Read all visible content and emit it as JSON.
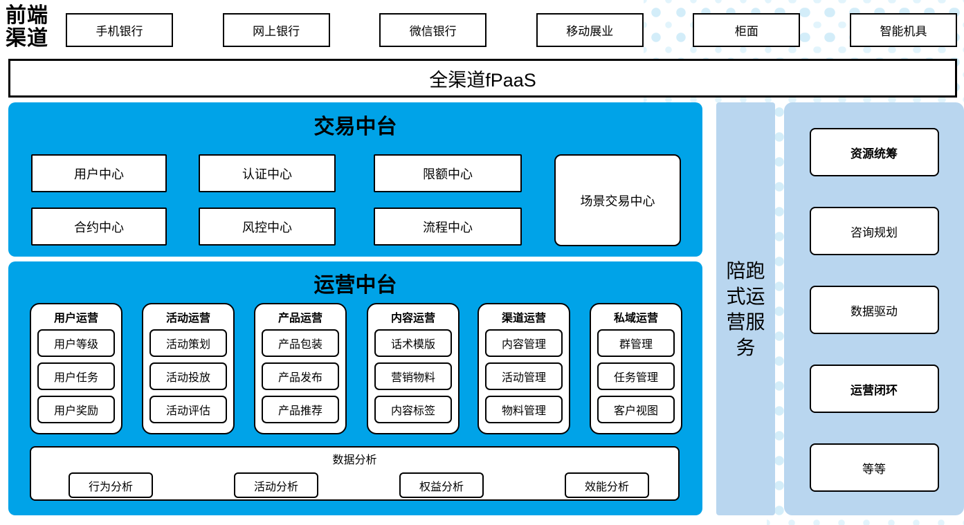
{
  "colors": {
    "platform_blue": "#00a3e8",
    "side_light_blue": "#b9d6ef",
    "dot_blue": "#d3edf9",
    "box_border": "#000000",
    "box_fill": "#ffffff"
  },
  "front_channels": {
    "label": "前端渠道",
    "items": [
      "手机银行",
      "网上银行",
      "微信银行",
      "移动展业",
      "柜面",
      "智能机具"
    ]
  },
  "fpaas_bar": {
    "label": "全渠道fPaaS"
  },
  "transaction_platform": {
    "title": "交易中台",
    "row1": [
      "用户中心",
      "认证中心",
      "限额中心"
    ],
    "row2": [
      "合约中心",
      "风控中心",
      "流程中心"
    ],
    "scene_center": "场景交易中心"
  },
  "operation_platform": {
    "title": "运营中台",
    "columns": [
      {
        "title": "用户运营",
        "items": [
          "用户等级",
          "用户任务",
          "用户奖励"
        ]
      },
      {
        "title": "活动运营",
        "items": [
          "活动策划",
          "活动投放",
          "活动评估"
        ]
      },
      {
        "title": "产品运营",
        "items": [
          "产品包装",
          "产品发布",
          "产品推荐"
        ]
      },
      {
        "title": "内容运营",
        "items": [
          "话术模版",
          "营销物料",
          "内容标签"
        ]
      },
      {
        "title": "渠道运营",
        "items": [
          "内容管理",
          "活动管理",
          "物料管理"
        ]
      },
      {
        "title": "私域运营",
        "items": [
          "群管理",
          "任务管理",
          "客户视图"
        ]
      }
    ],
    "data_analysis": {
      "title": "数据分析",
      "items": [
        "行为分析",
        "活动分析",
        "权益分析",
        "效能分析"
      ]
    }
  },
  "side_bar": {
    "label": "陪跑式运营服务"
  },
  "right_panel": {
    "items": [
      "资源统筹",
      "咨询规划",
      "数据驱动",
      "运营闭环",
      "等等"
    ]
  }
}
